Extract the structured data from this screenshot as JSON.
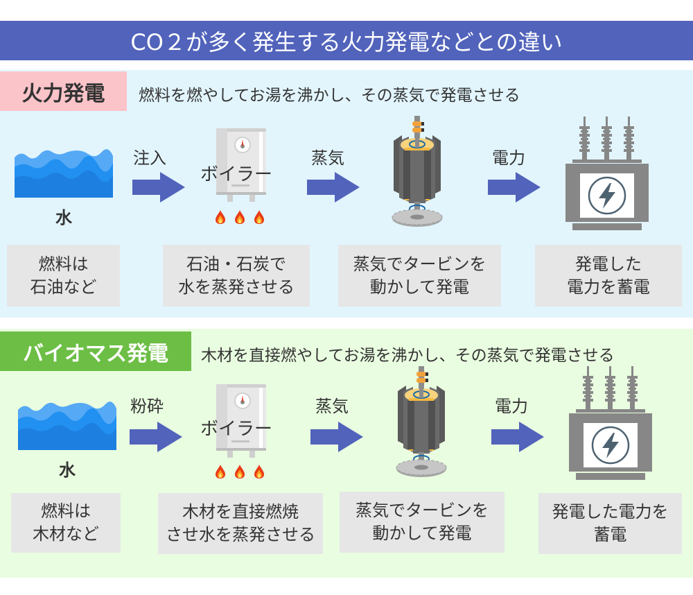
{
  "title": "CO２が多く発生する火力発電などとの違い",
  "colors": {
    "title_bar": "#5163bb",
    "section1_bg": "#e2f5fd",
    "section2_bg": "#e9fde0",
    "section1_label_bg": "#fbc4c9",
    "section2_label_bg": "#6cbe45",
    "arrow": "#5163bb",
    "info_box": "#e6e6e6"
  },
  "sections": [
    {
      "label": "火力発電",
      "description": "燃料を燃やしてお湯を沸かし、その蒸気で発電させる",
      "source": {
        "icon": "water-waves-icon",
        "label": "水"
      },
      "step1_label": "注入",
      "boiler": {
        "icon": "boiler-icon",
        "label": "ボイラー",
        "flames_icon": "flame-icon"
      },
      "step2_label": "蒸気",
      "turbine": {
        "icon": "turbine-generator-icon"
      },
      "step3_label": "電力",
      "transformer": {
        "icon": "transformer-lightning-icon"
      },
      "notes": [
        "燃料は\n石油など",
        "石油・石炭で\n水を蒸発させる",
        "蒸気でタービンを\n動かして発電",
        "発電した\n電力を蓄電"
      ]
    },
    {
      "label": "バイオマス発電",
      "description": "木材を直接燃やしてお湯を沸かし、その蒸気で発電させる",
      "source": {
        "icon": "water-waves-icon",
        "label": "水"
      },
      "step1_label": "粉砕",
      "boiler": {
        "icon": "boiler-icon",
        "label": "ボイラー",
        "flames_icon": "flame-icon"
      },
      "step2_label": "蒸気",
      "turbine": {
        "icon": "turbine-generator-icon"
      },
      "step3_label": "電力",
      "transformer": {
        "icon": "transformer-lightning-icon"
      },
      "notes": [
        "燃料は\n木材など",
        "木材を直接燃焼\nさせ水を蒸発させる",
        "蒸気でタービンを\n動かして発電",
        "発電した電力を\n蓄電"
      ]
    }
  ]
}
